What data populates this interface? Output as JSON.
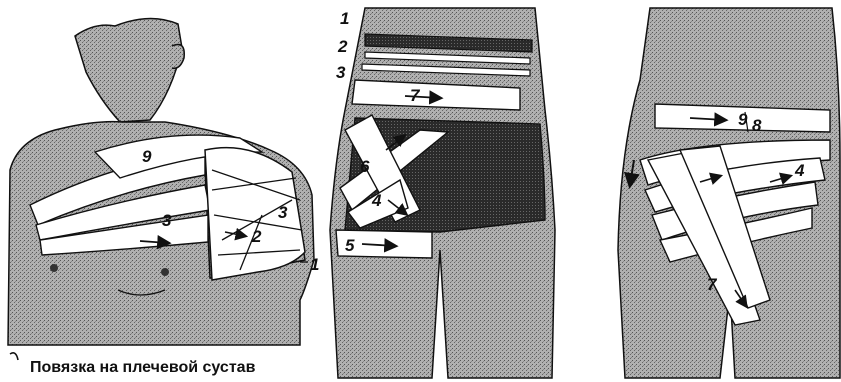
{
  "caption": "Повязка на плечевой сустав",
  "figures": {
    "shoulder": {
      "numbers": [
        "9",
        "3",
        "3",
        "2",
        "1"
      ]
    },
    "hip_front": {
      "numbers": [
        "1",
        "2",
        "3",
        "7",
        "6",
        "4",
        "5"
      ]
    },
    "hip_back": {
      "numbers": [
        "9",
        "8",
        "4",
        "7"
      ]
    }
  },
  "colors": {
    "ink": "#111111",
    "skin": "#a9a9a9",
    "bandage": "#ffffff",
    "dark": "#1a1a1a"
  }
}
